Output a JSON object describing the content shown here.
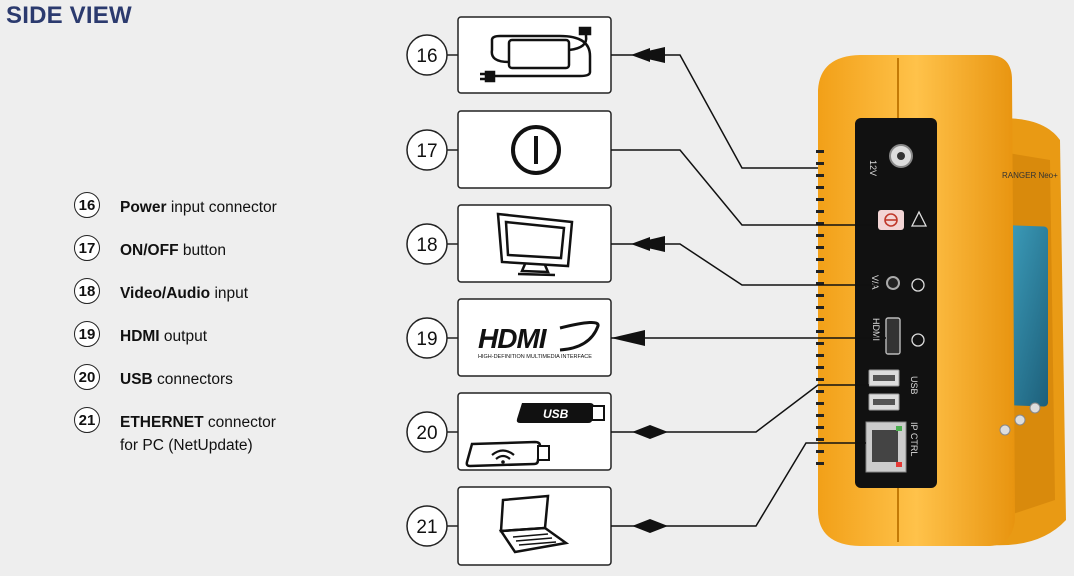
{
  "title": "SIDE VIEW",
  "legend": [
    {
      "number": "16",
      "bold": "Power",
      "rest": " input connector",
      "line2": ""
    },
    {
      "number": "17",
      "bold": "ON/OFF",
      "rest": " button",
      "line2": ""
    },
    {
      "number": "18",
      "bold": "Video/Audio",
      "rest": " input",
      "line2": ""
    },
    {
      "number": "19",
      "bold": "HDMI",
      "rest": " output",
      "line2": ""
    },
    {
      "number": "20",
      "bold": "USB",
      "rest": " connectors",
      "line2": ""
    },
    {
      "number": "21",
      "bold": "ETHERNET",
      "rest": " connector",
      "line2": "for PC (NetUpdate)"
    }
  ],
  "callouts": [
    {
      "number": "16",
      "icon": "power-adapter-icon"
    },
    {
      "number": "17",
      "icon": "power-button-icon"
    },
    {
      "number": "18",
      "icon": "monitor-icon"
    },
    {
      "number": "19",
      "icon": "hdmi-logo-icon",
      "logo_text": "HDMI",
      "logo_sub": "HIGH-DEFINITION MULTIMEDIA INTERFACE"
    },
    {
      "number": "20",
      "icon": "usb-wifi-dongle-icon",
      "logo_text": "USB"
    },
    {
      "number": "21",
      "icon": "laptop-icon"
    }
  ],
  "device": {
    "port_labels": {
      "power": "12V",
      "video_audio": "V/A",
      "hdmi": "HDMI",
      "usb": "USB",
      "ip": "IP CTRL"
    },
    "brand": "RANGER Neo+"
  },
  "colors": {
    "title": "#2b3a6e",
    "device_body": "#f5a623",
    "device_panel": "#111111",
    "background": "#eeeeee"
  }
}
